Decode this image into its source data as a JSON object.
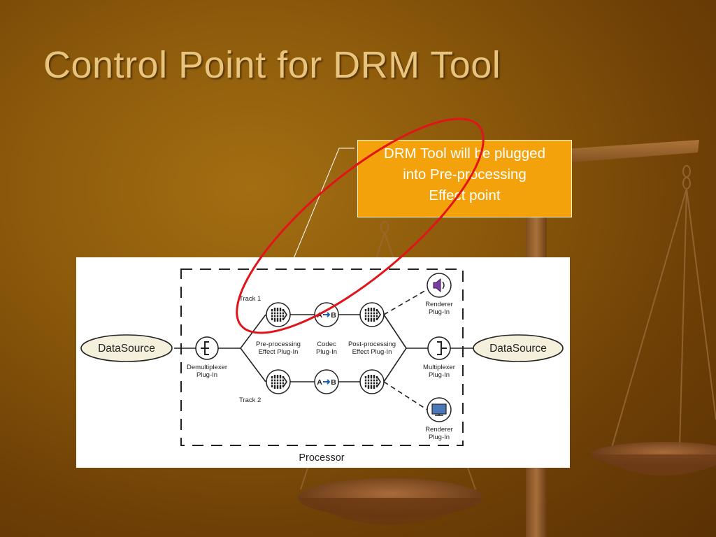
{
  "slide": {
    "title": "Control Point for DRM Tool",
    "callout": {
      "lines": [
        "DRM Tool will be plugged",
        "into Pre-processing",
        "Effect point"
      ]
    }
  },
  "diagram": {
    "data_source_in": "DataSource",
    "data_source_out": "DataSource",
    "demultiplexer": [
      "Demultiplexer",
      "Plug-In"
    ],
    "multiplexer": [
      "Multiplexer",
      "Plug-In"
    ],
    "track1": "Track 1",
    "track2": "Track 2",
    "preprocessing": [
      "Pre-processing",
      "Effect Plug-In"
    ],
    "codec": [
      "Codec",
      "Plug-In"
    ],
    "codec_glyph": {
      "left": "A",
      "right": "B"
    },
    "postprocessing": [
      "Post-processing",
      "Effect Plug-In"
    ],
    "renderer_audio": [
      "Renderer",
      "Plug-In"
    ],
    "renderer_video": [
      "Renderer",
      "Plug-In"
    ],
    "processor": "Processor"
  },
  "colors": {
    "callout_fill": "#f4a20c",
    "highlight_ellipse": "#e0141a",
    "title": "#e8c47c",
    "datasource_fill": "#f5f0dc",
    "speaker_icon": "#7a3fa0"
  },
  "icons": [
    "filter-icon",
    "codec-icon",
    "speaker-icon",
    "monitor-icon",
    "demux-icon",
    "mux-icon"
  ]
}
